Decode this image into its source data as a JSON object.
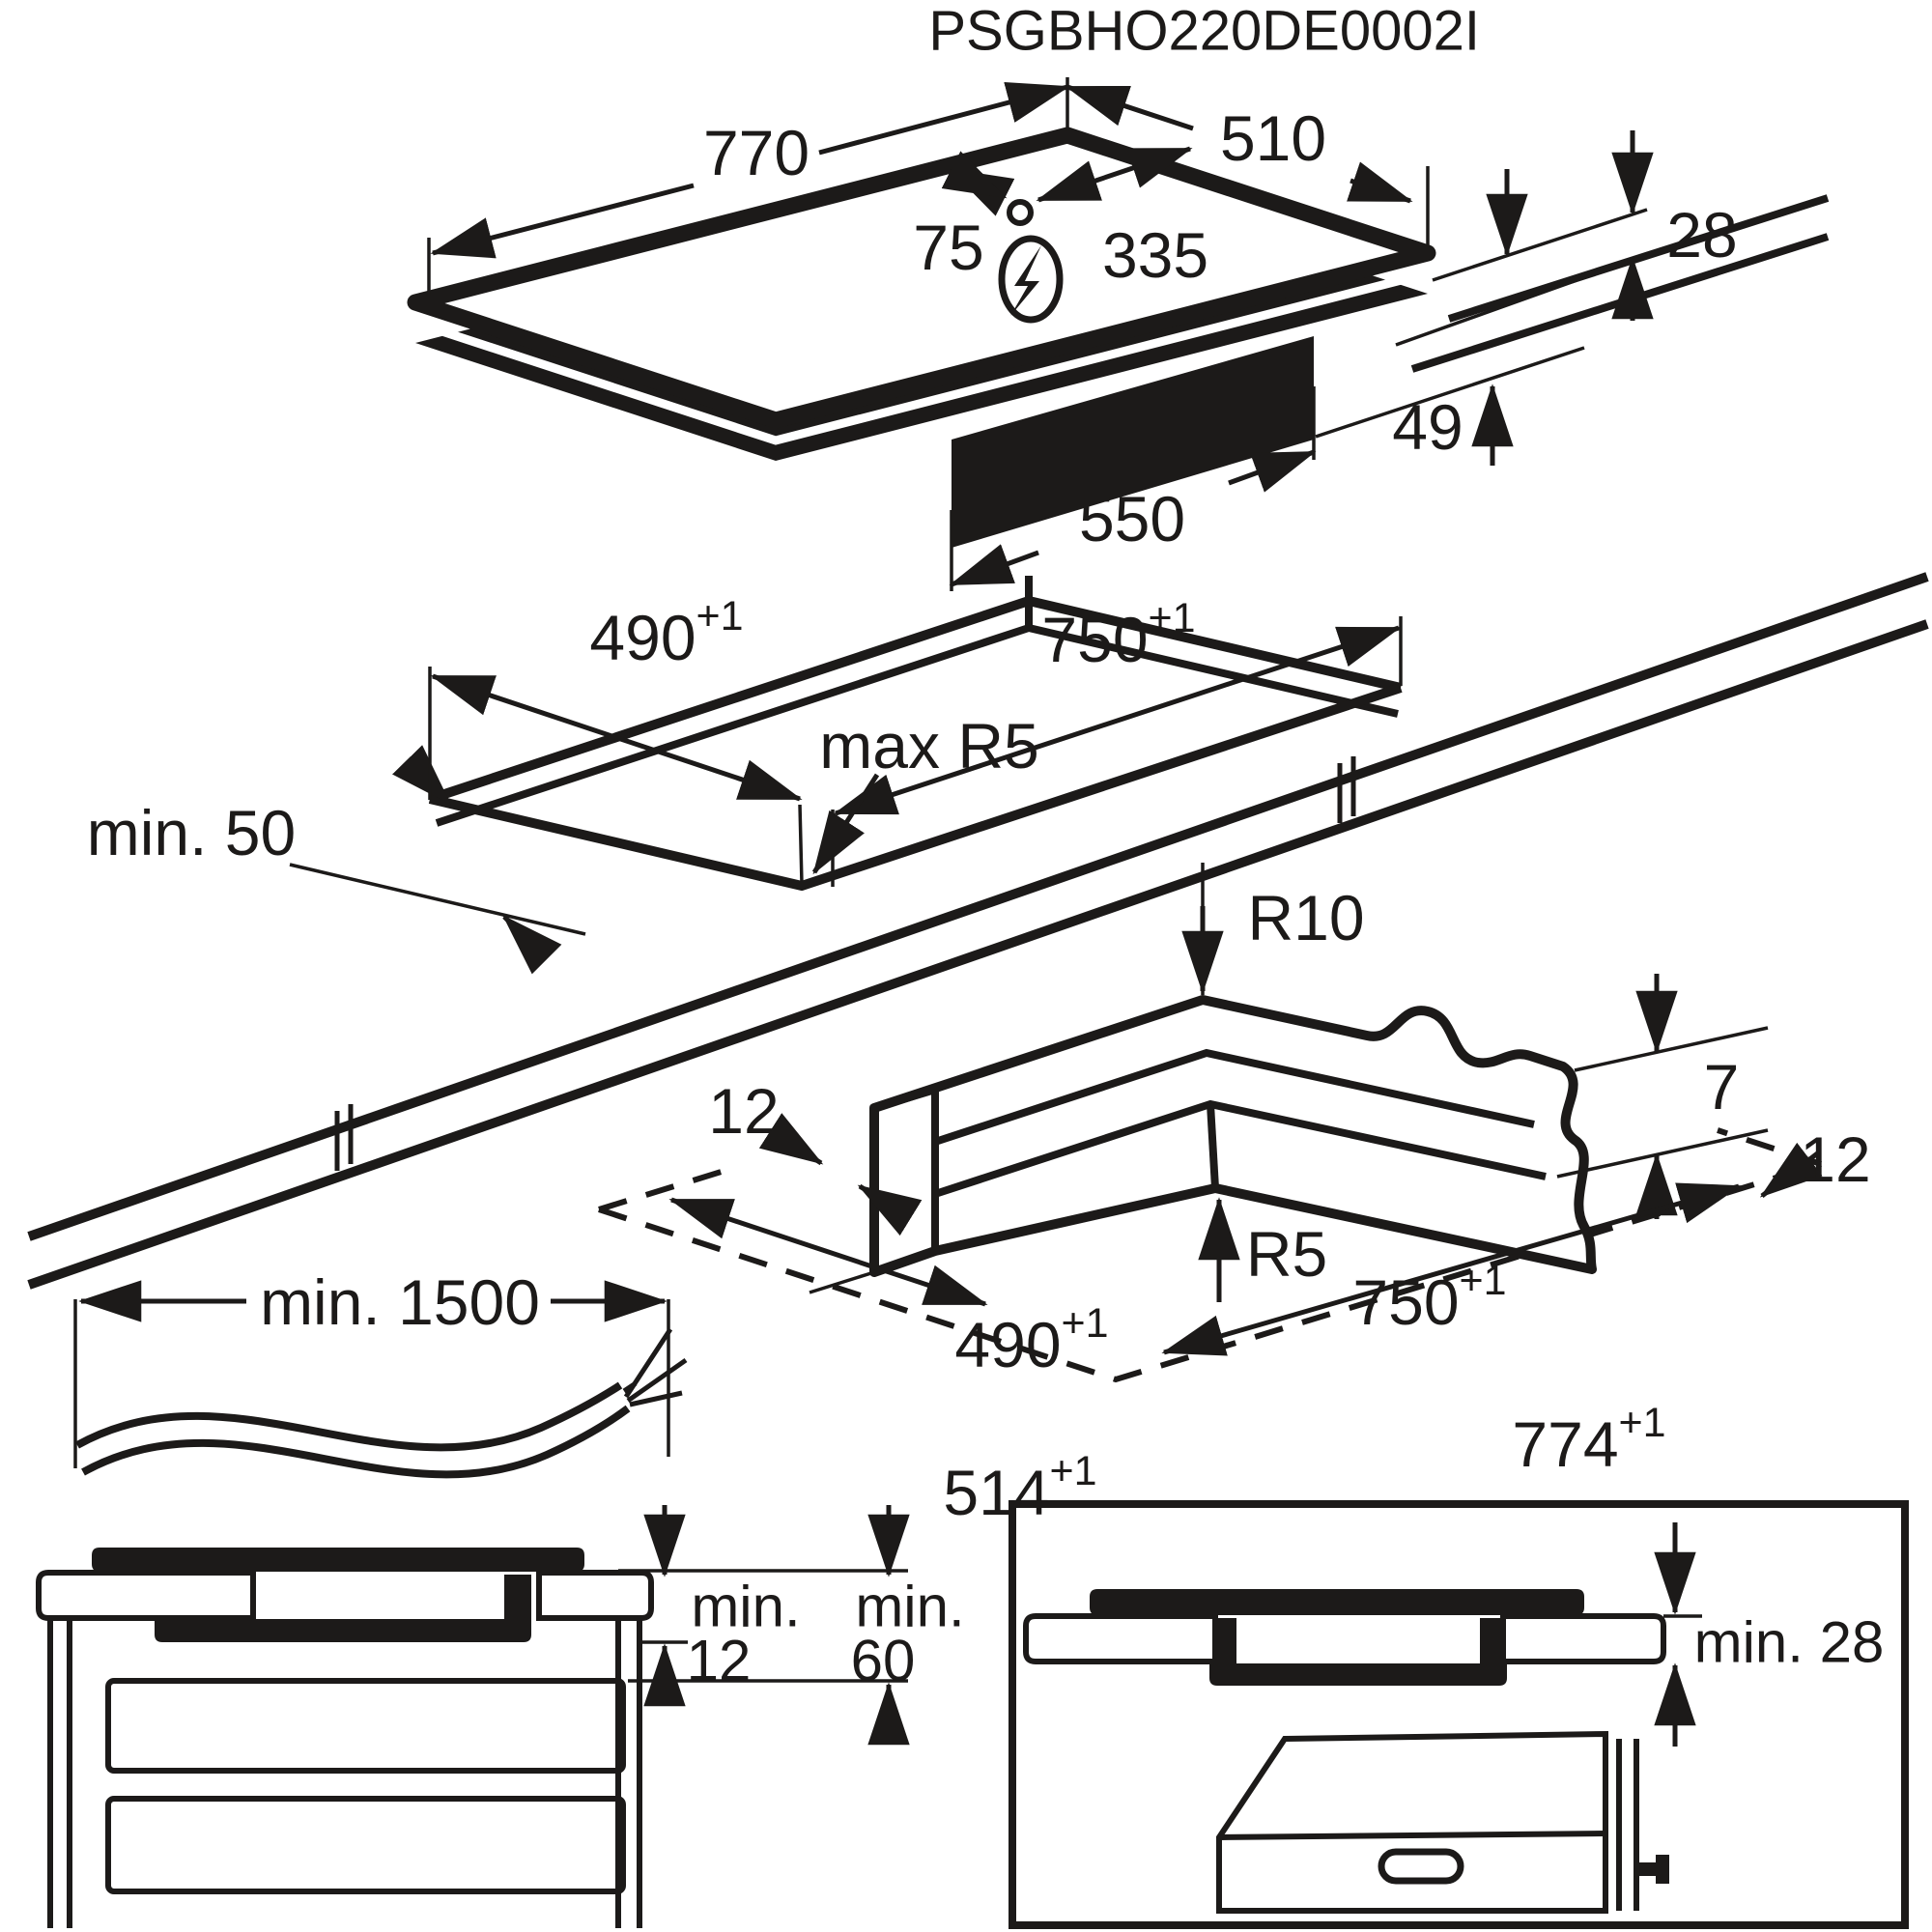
{
  "title": "PSGBHO220DE0002I",
  "top_view": {
    "width": "770",
    "depth": "510",
    "cable_offset_left": "75",
    "cable_offset_right": "335",
    "thickness_above_worktop": "28",
    "depth_below_worktop": "49",
    "housing_width": "550",
    "power_icon": "lightning-in-circle"
  },
  "cutout_view": {
    "front_clearance": "min. 50",
    "cutout_width": {
      "base": "490",
      "sup": "+1"
    },
    "cutout_length": {
      "base": "750",
      "sup": "+1"
    },
    "corner_radius": "max R5"
  },
  "corner_detail": {
    "outer_corner_radius": "R10",
    "rebate_depth": "7",
    "border_width_left": "12",
    "border_width_right": "12",
    "inner_corner_radius": "R5",
    "cutout_width": {
      "base": "490",
      "sup": "+1"
    },
    "cutout_length": {
      "base": "750",
      "sup": "+1"
    },
    "outer_width": {
      "base": "514",
      "sup": "+1"
    },
    "outer_length": {
      "base": "774",
      "sup": "+1"
    }
  },
  "cable_detail": {
    "min_cable_length": "min. 1500"
  },
  "section_left": {
    "dim1_label": "min.",
    "dim1_value": "12",
    "dim2_label": "min.",
    "dim2_value": "60"
  },
  "section_right": {
    "worktop_min_thickness": "min. 28"
  }
}
